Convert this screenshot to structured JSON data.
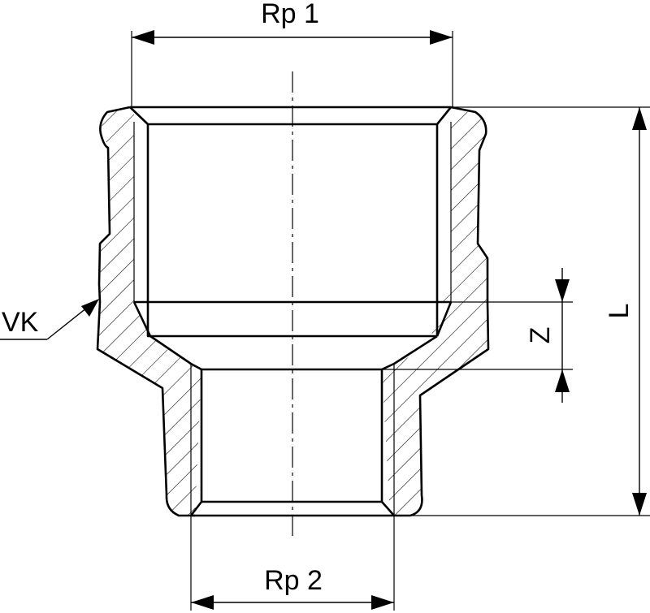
{
  "labels": {
    "rp1": "Rp 1",
    "rp2": "Rp 2",
    "vk": "VK",
    "z": "Z",
    "l": "L"
  }
}
